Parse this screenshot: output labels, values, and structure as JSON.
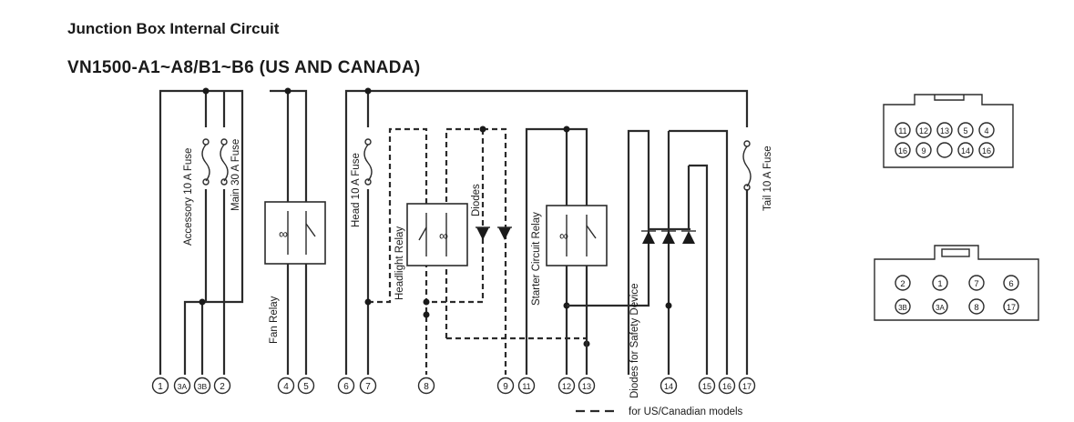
{
  "title": "Junction Box Internal Circuit",
  "subtitle": "VN1500-A1~A8/B1~B6 (US AND CANADA)",
  "components": {
    "accessory_fuse": "Accessory 10 A Fuse",
    "main_fuse": "Main 30 A Fuse",
    "fan_relay": "Fan Relay",
    "head_fuse": "Head 10 A Fuse",
    "headlight_relay": "Headlight Relay",
    "diodes": "Diodes",
    "starter_relay": "Starter Circuit Relay",
    "safety_diodes": "Diodes for Safety Device",
    "tail_fuse": "Tail 10 A Fuse"
  },
  "terminals": [
    "1",
    "3A",
    "3B",
    "2",
    "4",
    "5",
    "6",
    "7",
    "8",
    "9",
    "11",
    "12",
    "13",
    "14",
    "15",
    "16",
    "17"
  ],
  "connector_top": {
    "row1": [
      "11",
      "12",
      "13",
      "5",
      "4"
    ],
    "row2": [
      "16",
      "9",
      "",
      "14",
      "16"
    ]
  },
  "connector_bottom": {
    "row1": [
      "2",
      "1",
      "7",
      "6"
    ],
    "row2": [
      "3B",
      "3A",
      "8",
      "17"
    ]
  },
  "legend": "for US/Canadian models"
}
